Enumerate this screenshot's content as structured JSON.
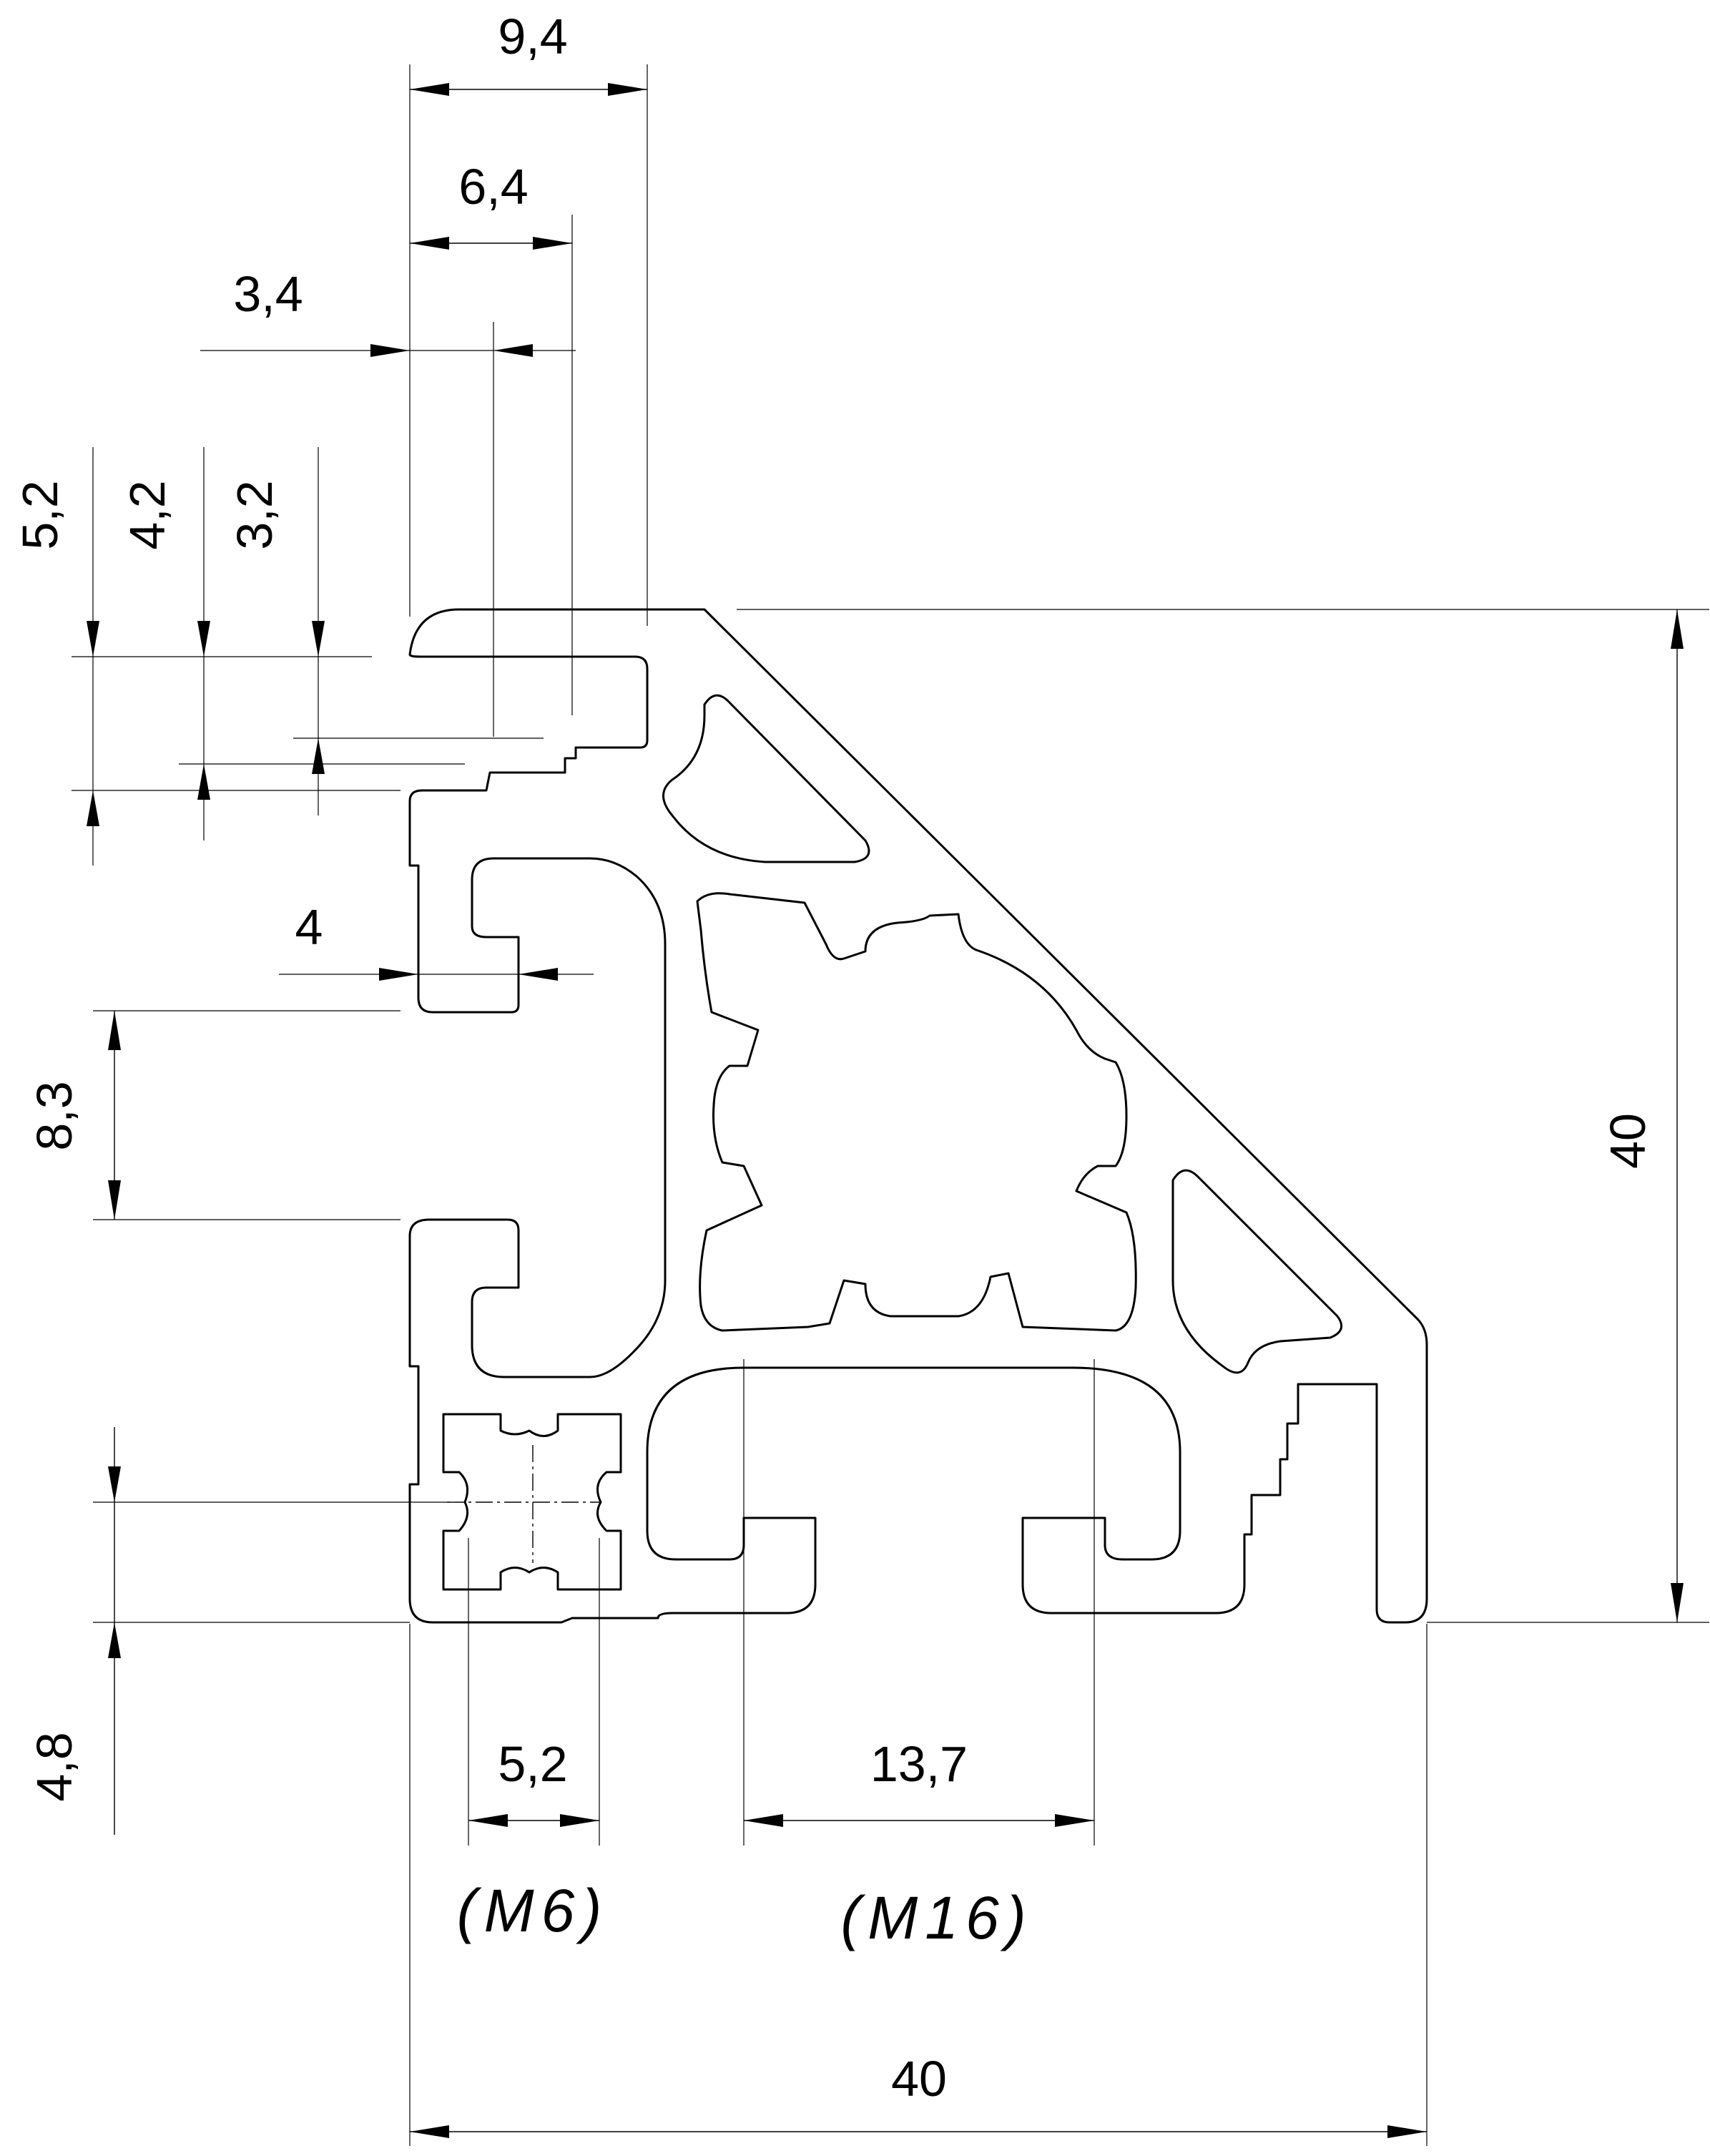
{
  "drawing": {
    "dimensions": {
      "top_9_4": "9,4",
      "top_6_4": "6,4",
      "top_3_4": "3,4",
      "left_5_2": "5,2",
      "left_4_2": "4,2",
      "left_3_2": "3,2",
      "slot_4": "4",
      "left_8_3": "8,3",
      "left_4_8": "4,8",
      "right_40": "40",
      "bottom_5_2": "5,2",
      "bottom_13_7": "13,7",
      "bottom_40": "40"
    },
    "threads": {
      "m6": "(M6)",
      "m16": "(M16)"
    }
  }
}
